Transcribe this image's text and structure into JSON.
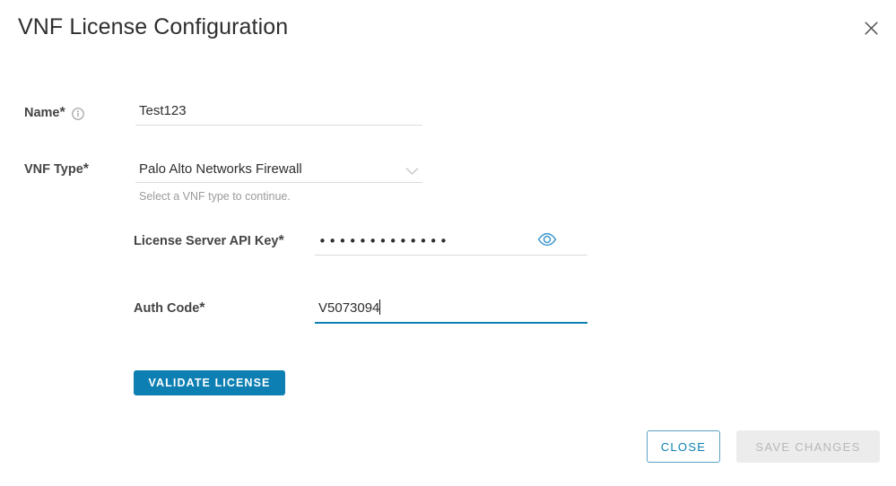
{
  "dialog": {
    "title": "VNF License Configuration",
    "close_icon": "close-icon"
  },
  "form": {
    "name_field": {
      "label": "Name",
      "required_marker": "*",
      "info_icon": "info-circle-icon",
      "value": "Test123",
      "placeholder": ""
    },
    "vnf_type_field": {
      "label": "VNF Type",
      "required_marker": "*",
      "selected": "Palo Alto Networks Firewall",
      "helper_text": "Select a VNF type to continue.",
      "chevron_icon": "chevron-down-icon"
    },
    "api_key_field": {
      "label": "License Server API Key",
      "required_marker": "*",
      "masked_value": "•••••••••••••",
      "reveal_icon": "eye-icon"
    },
    "auth_code_field": {
      "label": "Auth Code",
      "required_marker": "*",
      "value": "V5073094",
      "focused": true
    },
    "validate_button_label": "VALIDATE LICENSE"
  },
  "footer": {
    "close_label": "CLOSE",
    "save_label": "SAVE CHANGES"
  },
  "colors": {
    "accent_blue": "#0d7fb2",
    "disabled_bg": "#ececec",
    "disabled_text": "#b8b8b8",
    "underline_gray": "#dcdcdc",
    "helper_gray": "#9a9a9a"
  }
}
